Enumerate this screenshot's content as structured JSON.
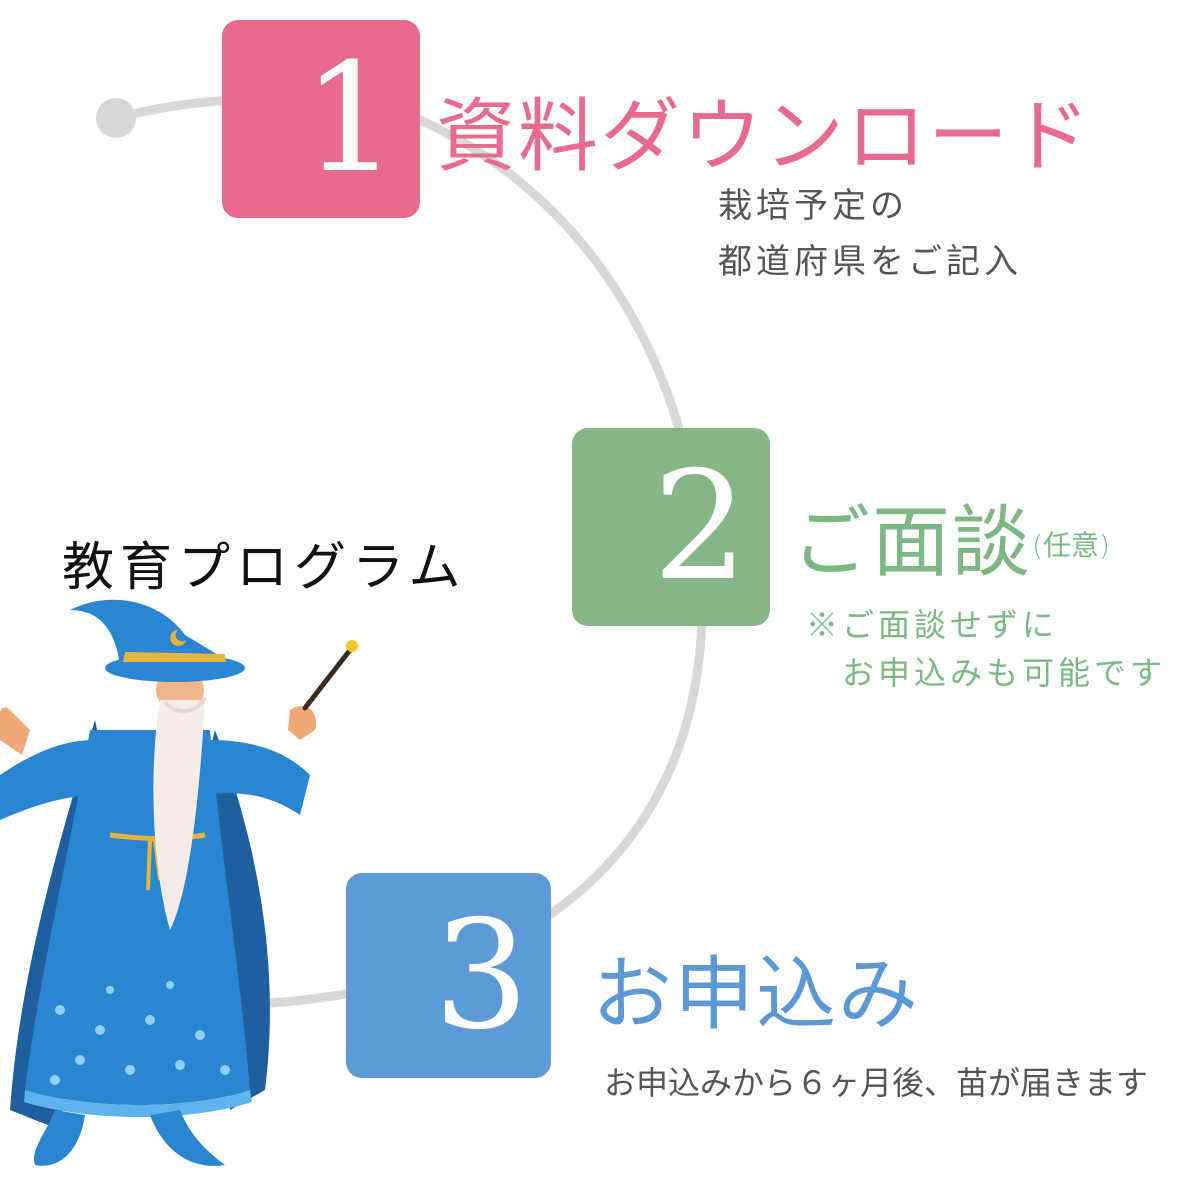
{
  "colors": {
    "step1": "#e66b8c",
    "step2": "#85b786",
    "step3": "#5f9ad8",
    "connector": "#d8d8d8"
  },
  "steps": [
    {
      "number": "1",
      "title": "資料ダウンロード",
      "notes": [
        "栽培予定の",
        "都道府県をご記入"
      ]
    },
    {
      "number": "2",
      "title": "ご面談",
      "title_sub": "(任意)",
      "notes": [
        "※ご面談せずに",
        "お申込みも可能です"
      ]
    },
    {
      "number": "3",
      "title": "お申込み",
      "notes": [
        "お申込みから６ヶ月後、苗が届きます"
      ]
    }
  ],
  "program_label": "教育プログラム",
  "illustration": {
    "icon": "wizard-illustration"
  }
}
